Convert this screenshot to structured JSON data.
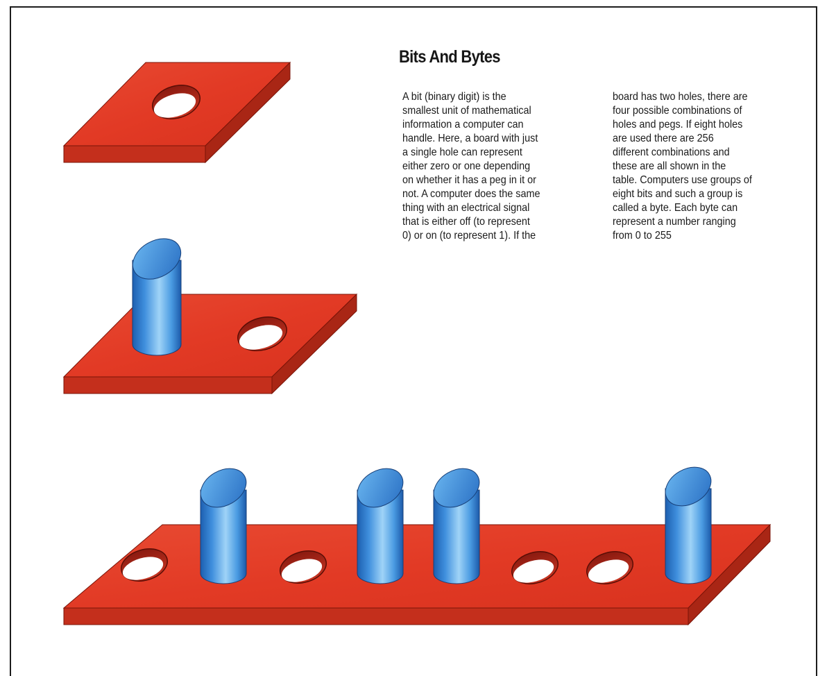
{
  "article": {
    "title": "Bits And Bytes",
    "column_1_lines": [
      "A bit (binary digit) is the",
      "smallest unit of mathematical",
      "information a computer can",
      "handle. Here, a board with just",
      "a single hole can represent",
      "either zero or one depending",
      "on whether it has a peg in it or",
      "not. A computer does the same",
      "thing with an electrical signal",
      "that is either off (to represent",
      "0) or on (to represent 1). If the"
    ],
    "column_2_lines": [
      "board has two holes, there are",
      "four possible combinations of",
      "holes and pegs. If eight holes",
      "are used there are 256",
      "different combinations and",
      "these are all shown in the",
      "table. Computers use groups of",
      "eight bits and such a group is",
      "called a byte. Each byte can",
      "represent a number ranging",
      "from 0 to 255"
    ]
  },
  "illustrations": {
    "one_hole_board": {
      "pegs": [
        0
      ]
    },
    "two_hole_board": {
      "pegs": [
        1,
        0
      ]
    },
    "eight_hole_board": {
      "pegs": [
        0,
        1,
        0,
        1,
        1,
        0,
        0,
        1
      ]
    }
  },
  "colors": {
    "board_top": "#e03a26",
    "board_side": "#c42f1c",
    "peg": "#3c8fdc",
    "border": "#1c1c1c"
  }
}
